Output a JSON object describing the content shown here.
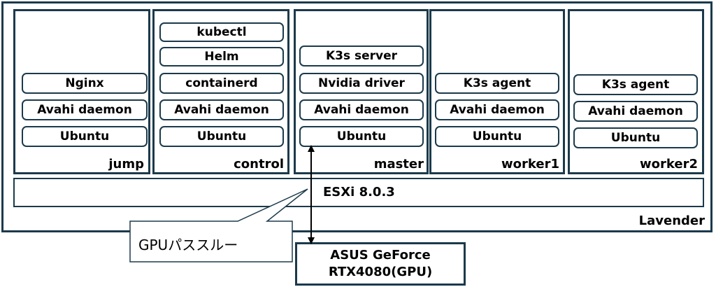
{
  "host_label": "Lavender",
  "hypervisor_label": "ESXi 8.0.3",
  "vms": [
    {
      "name": "jump",
      "services": [
        "Nginx",
        "Avahi daemon",
        "Ubuntu"
      ]
    },
    {
      "name": "control",
      "services": [
        "kubectl",
        "Helm",
        "containerd",
        "Avahi daemon",
        "Ubuntu"
      ]
    },
    {
      "name": "master",
      "services": [
        "K3s server",
        "Nvidia driver",
        "Avahi daemon",
        "Ubuntu"
      ]
    },
    {
      "name": "worker1",
      "services": [
        "K3s agent",
        "Avahi daemon",
        "Ubuntu"
      ]
    },
    {
      "name": "worker2",
      "services": [
        "K3s agent",
        "Avahi daemon",
        "Ubuntu"
      ]
    }
  ],
  "gpu": {
    "line1": "ASUS GeForce",
    "line2": "RTX4080(GPU)"
  },
  "callout": "GPUパススルー"
}
